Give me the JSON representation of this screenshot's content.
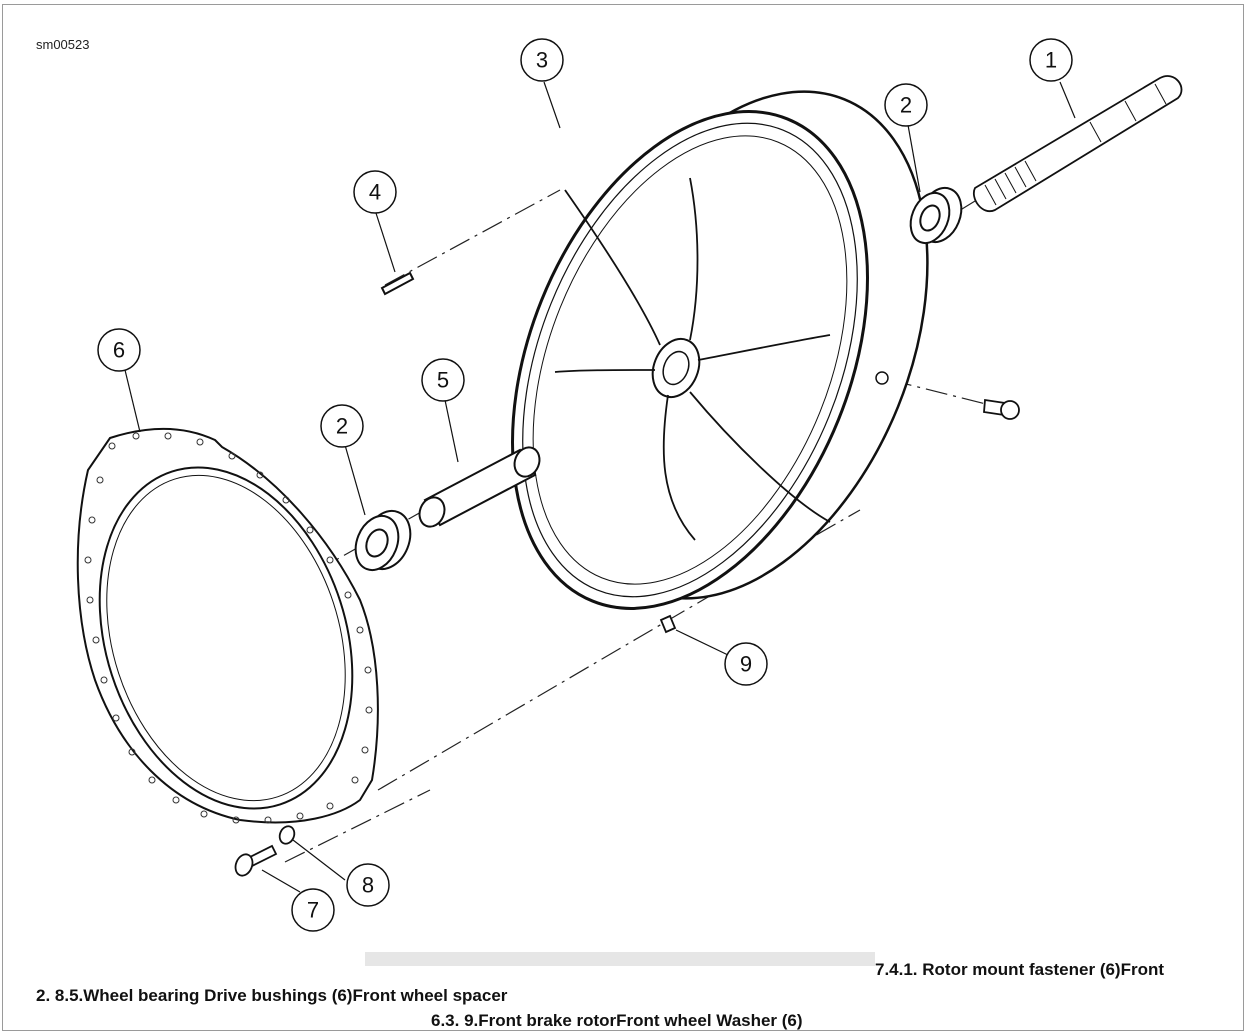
{
  "figure_id": "sm00523",
  "callouts": [
    {
      "number": "1",
      "part": "axle"
    },
    {
      "number": "2",
      "part": "wheel-bearing-right"
    },
    {
      "number": "3",
      "part": "front-wheel"
    },
    {
      "number": "4",
      "part": "drive-pin"
    },
    {
      "number": "5",
      "part": "front-wheel-spacer"
    },
    {
      "number": "6",
      "part": "front-brake-rotor"
    },
    {
      "number": "2",
      "part": "wheel-bearing-left"
    },
    {
      "number": "7",
      "part": "rotor-mount-fastener"
    },
    {
      "number": "8",
      "part": "drive-bushing"
    },
    {
      "number": "9",
      "part": "washer"
    }
  ],
  "legend": [
    "7.4.1. Rotor mount fastener (6)Front",
    "2. 8.5.Wheel bearing Drive bushings (6)Front wheel spacer",
    "6.3. 9.Front brake rotorFront wheel Washer (6)"
  ],
  "colors": {
    "line": "#111111",
    "leader": "#222222",
    "background": "#ffffff"
  }
}
